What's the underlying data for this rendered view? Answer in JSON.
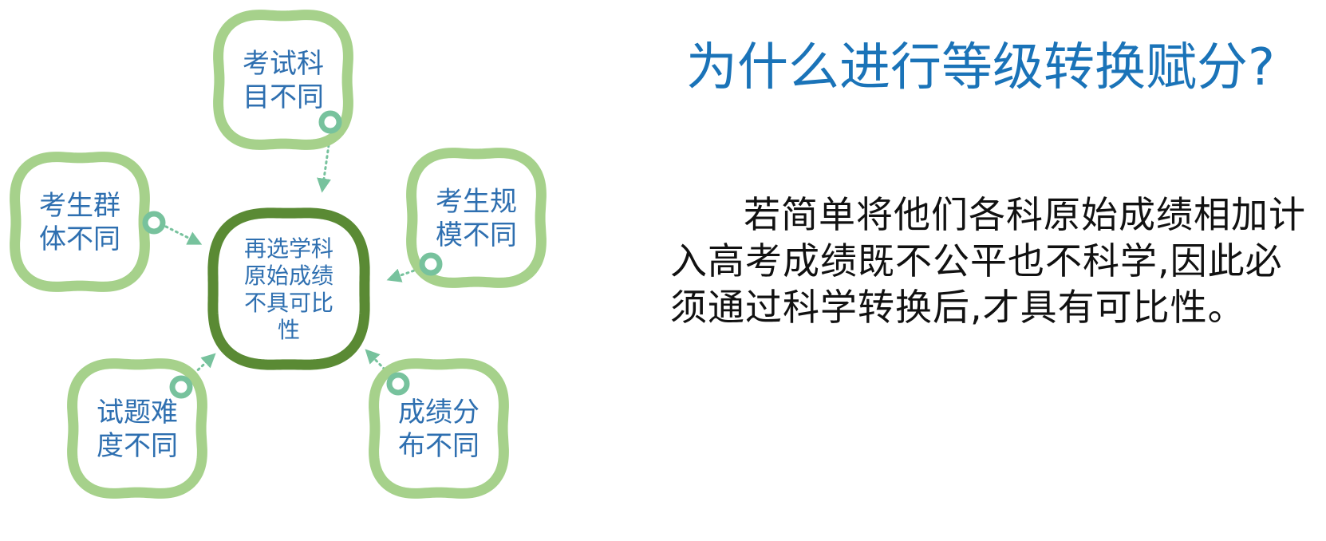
{
  "title": "为什么进行等级转换赋分?",
  "body": "若简单将他们各科原始成绩相加计入高考成绩既不公平也不科学,因此必须通过科学转换后,才具有可比性。",
  "center": {
    "lines": [
      "再选学科",
      "原始成绩",
      "不具可比",
      "性"
    ]
  },
  "factors": [
    {
      "lines": [
        "考试科",
        "目不同"
      ]
    },
    {
      "lines": [
        "考生群",
        "体不同"
      ]
    },
    {
      "lines": [
        "考生规",
        "模不同"
      ]
    },
    {
      "lines": [
        "试题难",
        "度不同"
      ]
    },
    {
      "lines": [
        "成绩分",
        "布不同"
      ]
    }
  ],
  "colors": {
    "title": "#1a73b8",
    "bubble_text": "#2e6fb0",
    "center_text": "#2e6fb0",
    "outer_ring": "#a6d18b",
    "center_ring": "#5a8a34",
    "connector_ring": "#77c29d",
    "arrow": "#77c29d"
  }
}
